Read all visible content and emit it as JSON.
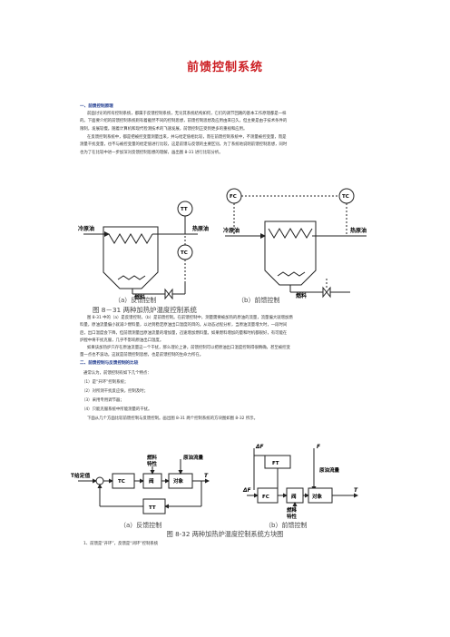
{
  "title": "前馈控制系统",
  "section1": {
    "heading": "一、前馈控制原理",
    "para1_lines": [
      "前面讨论的所有控制系统，都属于反馈控制系统，无论其系统结构如何，它们的调节回路的基本工作原理都是一样",
      "的。下面要介绍的前馈控制系统则有着截然不同的控制思想，前馈控制思想及应用由来已久，但主要是由于技术条件的",
      "限制，发展较慢。随着计算机和现代检测技术的飞速发展，前馈控制正受到更多的重视和应用。"
    ],
    "para2_lines": [
      "在反馈控制系统中，都是把被控变量测量出来，并与给定值相比较，而在前馈控制系统中，不测量被控变量，而是",
      "测量干扰变量，也不与被控变量的给定值进行比较，这是前馈与反馈的主要区别。为了系统地说明前馈控制思想，同时",
      "也为了在比较中进一步加深对反馈控制思想的理解，画出图 8-31 进行比较分析。"
    ]
  },
  "figure1": {
    "left_labels": {
      "tt": "TT",
      "tc": "TC",
      "cold_oil": "冷原油",
      "hot_oil": "热原油",
      "fuel": "燃料"
    },
    "right_labels": {
      "fc": "FC",
      "tc": "TC",
      "cold_oil": "冷原油",
      "hot_oil": "热原油",
      "fuel": "燃料"
    },
    "caption_a": "（a）反馈控制",
    "caption_b": "（b）前馈控制",
    "title": "图 8－31  两种加热炉温度控制系统"
  },
  "para3_lines": [
    "图 8-31 中的（a）是反馈控制，（b）是前馈控制。在前馈控制中，测量需要被加热的原油的流量，流量偏大就增加燃",
    "料量，原油流量偏小就减少燃料量，以达到稳定原油出口温度的目的。从动态过程分析，当原油流量增大时，一段时间",
    "后，出口温度会下降，但前馈测量出原油流量的增加量，迅速增加燃料量。如果燃料增加的量和时机都很好，有可能在",
    "炉膛中将干扰克服，几乎不影响原油出口温度。",
    "如果该加热炉只存在原油流量这一个干扰，那么理论上讲，前馈控制可以把原油出口温度控制得很精确，甚至被控变",
    "量一点也不波动。这就是前馈控制思想，也是前馈控制的生命力所在。"
  ],
  "section2": {
    "heading": "二、前馈控制与反馈控制的比较",
    "intro": "通常认为，前馈控制有如下几个特点：",
    "items": [
      "（1）是“开环”控制系统；",
      "（2）对所测干扰反应快，控制及时；",
      "（3）采用专用调节器；",
      "（4）只能克服系统中所能测量的干扰。"
    ],
    "lead": "下面从几个方面比较前馈控制与反馈控制。画出图 8-31 两个控制系统的方块图如图 8-32 所示。"
  },
  "figure2": {
    "left_labels": {
      "setpoint": "T给定值",
      "tc": "TC",
      "valve": "阀",
      "object": "对象",
      "tt": "TT",
      "fuel_char1": "燃料",
      "fuel_char2": "特性",
      "crude_flow": "原油流量",
      "t_out": "T"
    },
    "right_labels": {
      "delta_f_top": "ΔF",
      "f_top": "F",
      "ft": "FT",
      "crude_flow": "原油流量",
      "delta_f_left": "ΔF",
      "fc": "FC",
      "valve": "阀",
      "object": "对象",
      "fuel_char1": "燃料",
      "fuel_char2": "特性",
      "t_out": "T"
    },
    "caption_a": "（a）反馈控制",
    "caption_b": "（b）前馈控制",
    "title": "图 8-32  两种加热炉温度控制系统方块图"
  },
  "last_line": "1、前馈是“开环”，反馈是“闭环”控制系统",
  "colors": {
    "title": "#cc1d22",
    "heading": "#1e3a8f",
    "line": "#222222"
  }
}
